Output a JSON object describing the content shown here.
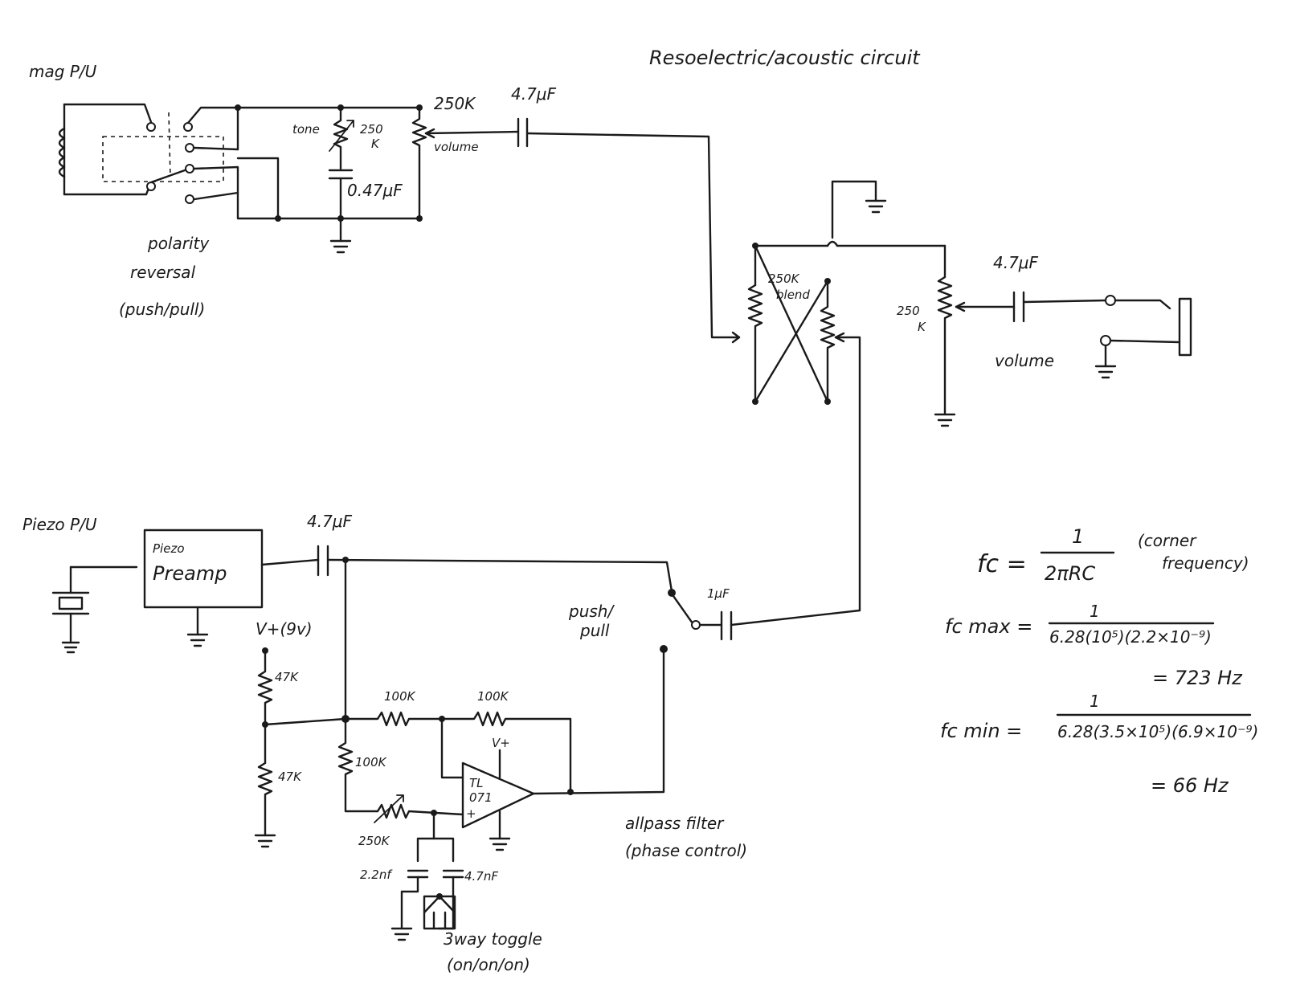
{
  "title": "Resoelectric/acoustic circuit",
  "mag_section": {
    "pickup_label": "mag P/U",
    "tone_label": "tone",
    "tone_pot": "250",
    "tone_pot_unit": "K",
    "tone_cap": "0.47μF",
    "volume_pot": "250K",
    "volume_label": "volume",
    "series_cap": "4.7μF",
    "switch_label_1": "polarity",
    "switch_label_2": "reversal",
    "switch_label_3": "(push/pull)"
  },
  "blend_section": {
    "blend_pot": "250K",
    "blend_label": "blend",
    "volume_pot": "250",
    "volume_pot_unit": "K",
    "output_cap": "4.7μF",
    "volume_label": "volume"
  },
  "piezo_section": {
    "pickup_label": "Piezo P/U",
    "preamp_line1": "Piezo",
    "preamp_line2": "Preamp",
    "coupling_cap": "4.7μF",
    "output_cap": "1μF",
    "switch_label_1": "push/",
    "switch_label_2": "pull",
    "supply_label": "V+(9v)",
    "divider_top": "47K",
    "divider_bottom": "47K",
    "r_in": "100K",
    "r_feedback": "100K",
    "r_shunt": "100K",
    "r_variable": "250K",
    "opamp_supply": "V+",
    "opamp_part_1": "TL",
    "opamp_part_2": "071",
    "opamp_plus": "+",
    "cap_a": "2.2nf",
    "cap_b": "4.7nF",
    "toggle_label_1": "3way toggle",
    "toggle_label_2": "(on/on/on)",
    "filter_label_1": "allpass filter",
    "filter_label_2": "(phase control)"
  },
  "equations": {
    "fc_lhs": "fc =",
    "fc_num": "1",
    "fc_den": "2πRC",
    "fc_note_1": "(corner",
    "fc_note_2": "frequency)",
    "fmax_lhs": "fc max =",
    "fmax_num": "1",
    "fmax_den": "6.28(10⁵)(2.2×10⁻⁹)",
    "fmax_result": "= 723 Hz",
    "fmin_lhs": "fc min =",
    "fmin_num": "1",
    "fmin_den": "6.28(3.5×10⁵)(6.9×10⁻⁹)",
    "fmin_result": "= 66 Hz"
  }
}
